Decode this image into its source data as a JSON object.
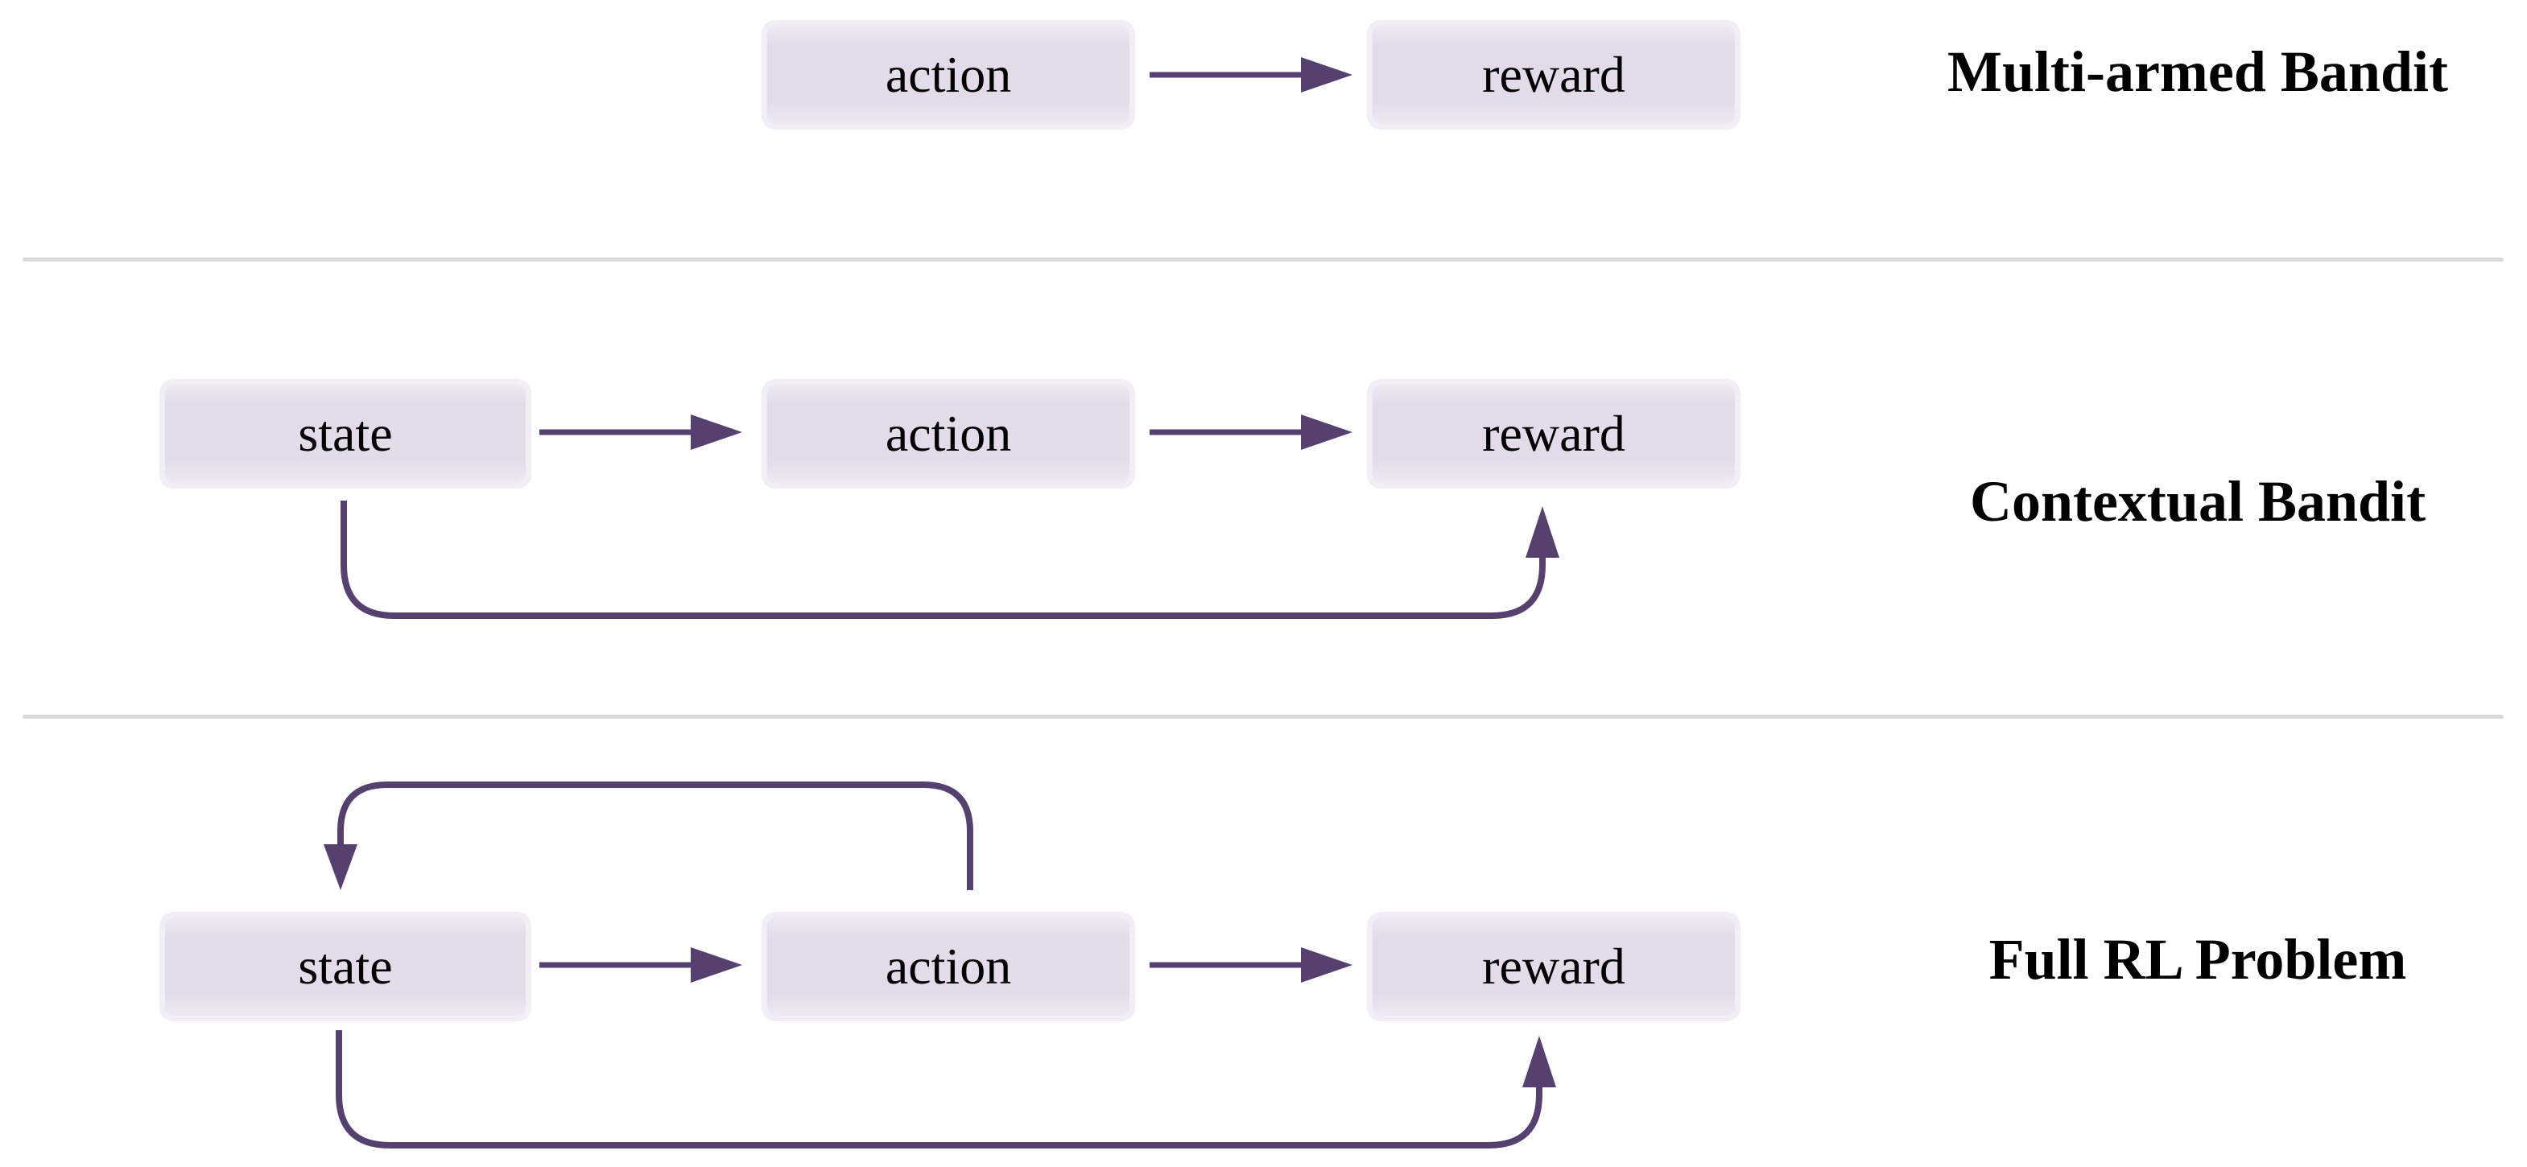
{
  "rows": [
    {
      "label": "Multi-armed Bandit",
      "boxes": [
        {
          "text": "action"
        },
        {
          "text": "reward"
        }
      ]
    },
    {
      "label": "Contextual Bandit",
      "boxes": [
        {
          "text": "state"
        },
        {
          "text": "action"
        },
        {
          "text": "reward"
        }
      ]
    },
    {
      "label": "Full RL Problem",
      "boxes": [
        {
          "text": "state"
        },
        {
          "text": "action"
        },
        {
          "text": "reward"
        }
      ]
    }
  ],
  "colors": {
    "arrow": "#554070",
    "box_fill": "#e3dbe9",
    "box_fill_light": "#efe9f3",
    "box_halo": "#f2eef6",
    "separator": "#d9d9d9",
    "text": "#000000",
    "background": "#ffffff"
  }
}
